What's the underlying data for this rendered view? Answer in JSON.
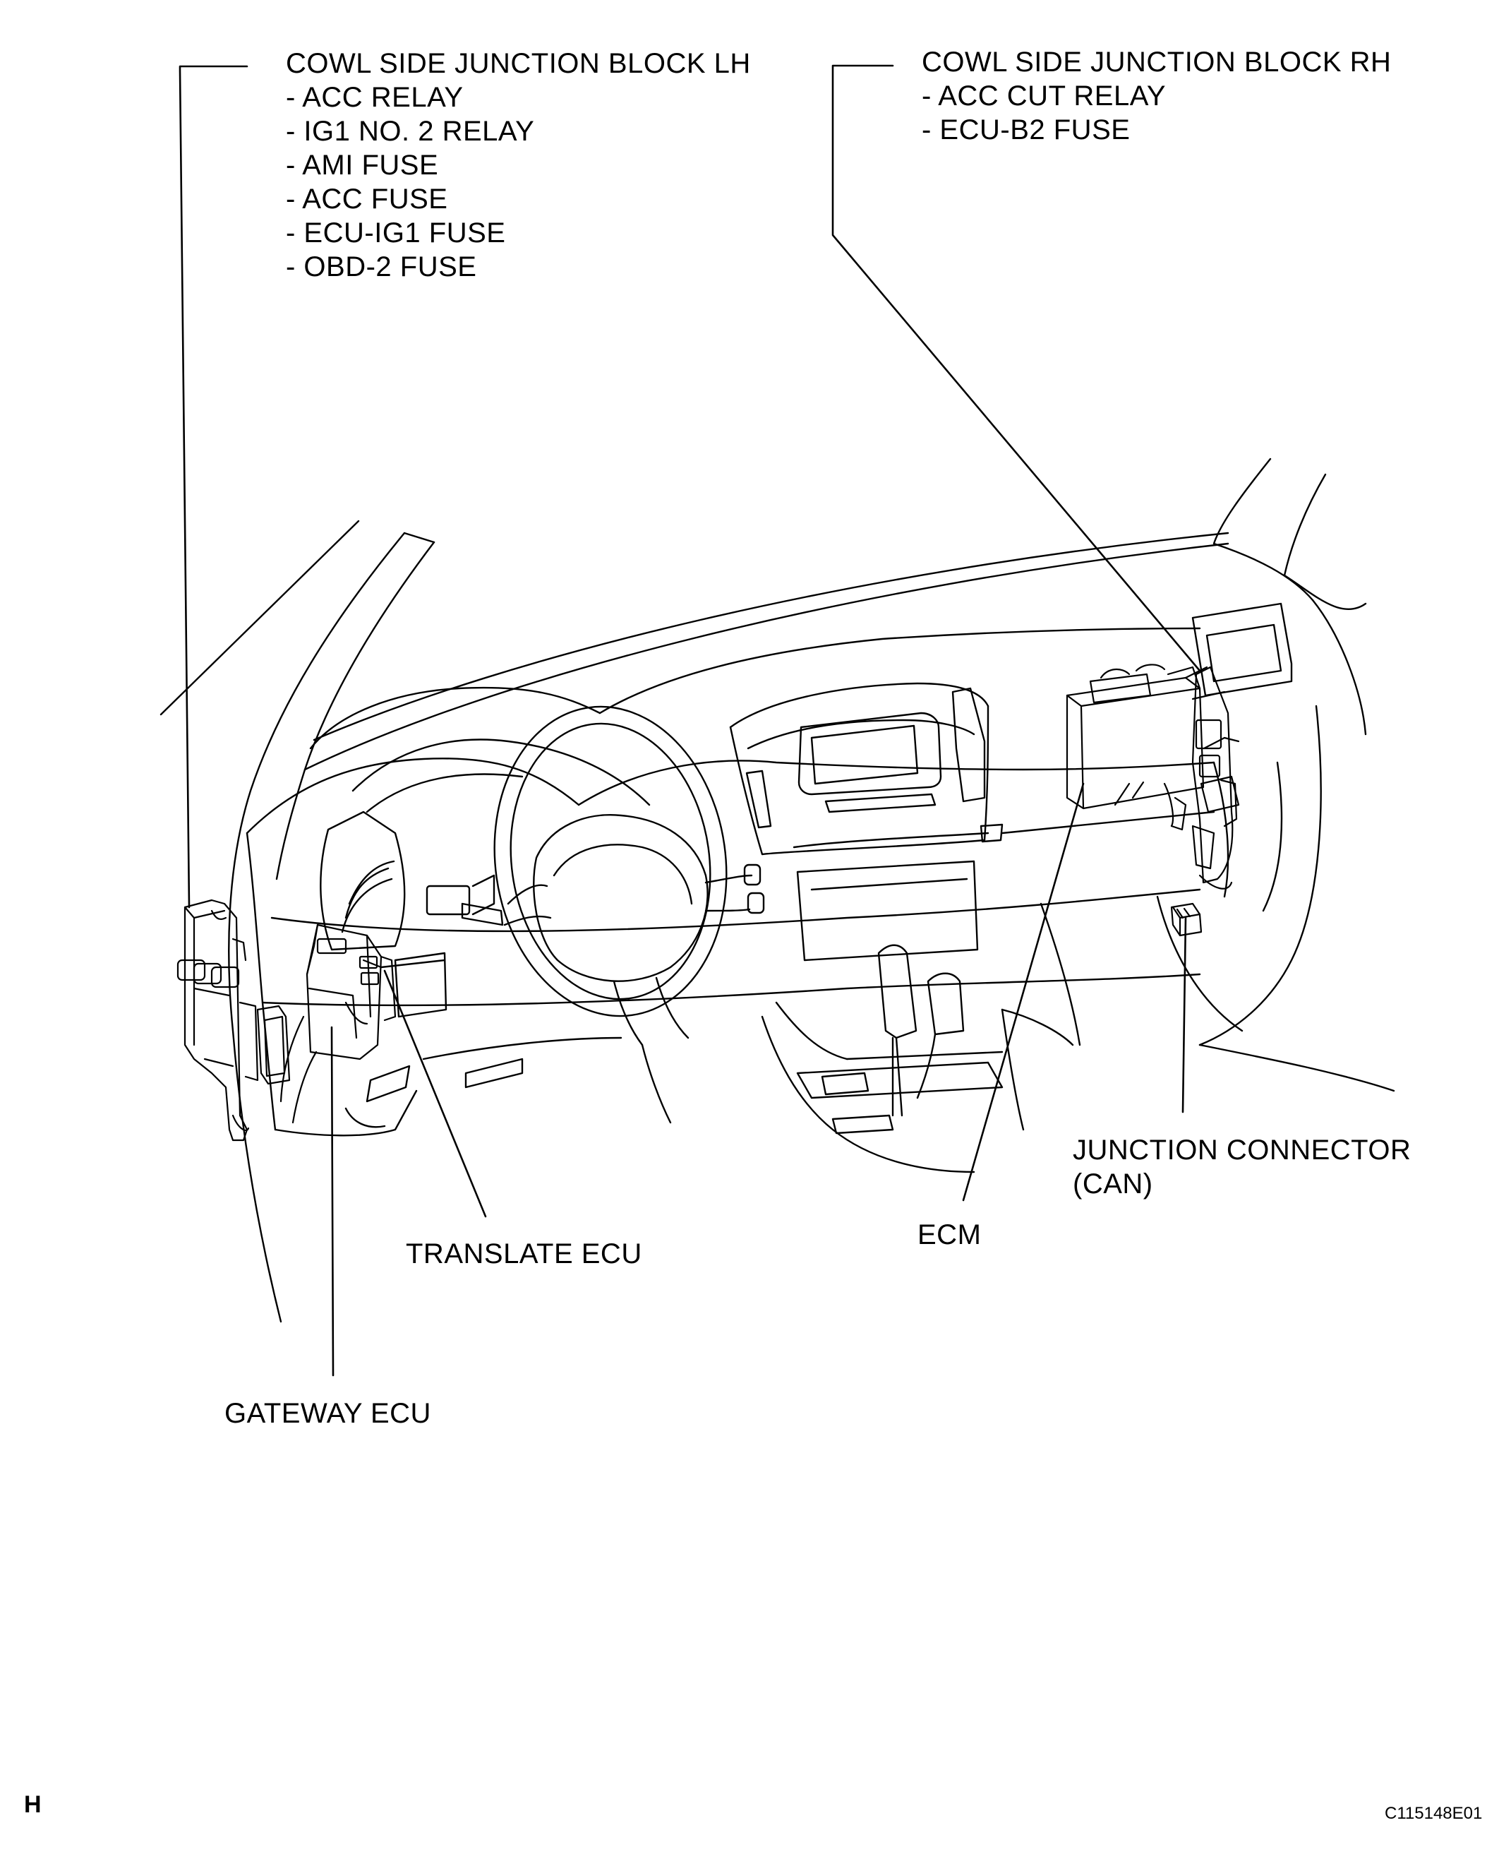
{
  "labels": {
    "cowl_lh": {
      "title": "COWL SIDE JUNCTION BLOCK LH",
      "items": [
        "- ACC RELAY",
        "- IG1 NO. 2 RELAY",
        "- AMI FUSE",
        "- ACC FUSE",
        "- ECU-IG1 FUSE",
        "- OBD-2 FUSE"
      ]
    },
    "cowl_rh": {
      "title": "COWL SIDE JUNCTION BLOCK RH",
      "items": [
        "- ACC CUT RELAY",
        "- ECU-B2 FUSE"
      ]
    },
    "junction_connector": [
      "JUNCTION CONNECTOR",
      "(CAN)"
    ],
    "ecm": "ECM",
    "translate_ecu": "TRANSLATE ECU",
    "gateway_ecu": "GATEWAY ECU"
  },
  "footer": {
    "corner_letter": "H",
    "figure_code": "C115148E01"
  },
  "colors": {
    "line": "#000000",
    "background": "#ffffff"
  }
}
